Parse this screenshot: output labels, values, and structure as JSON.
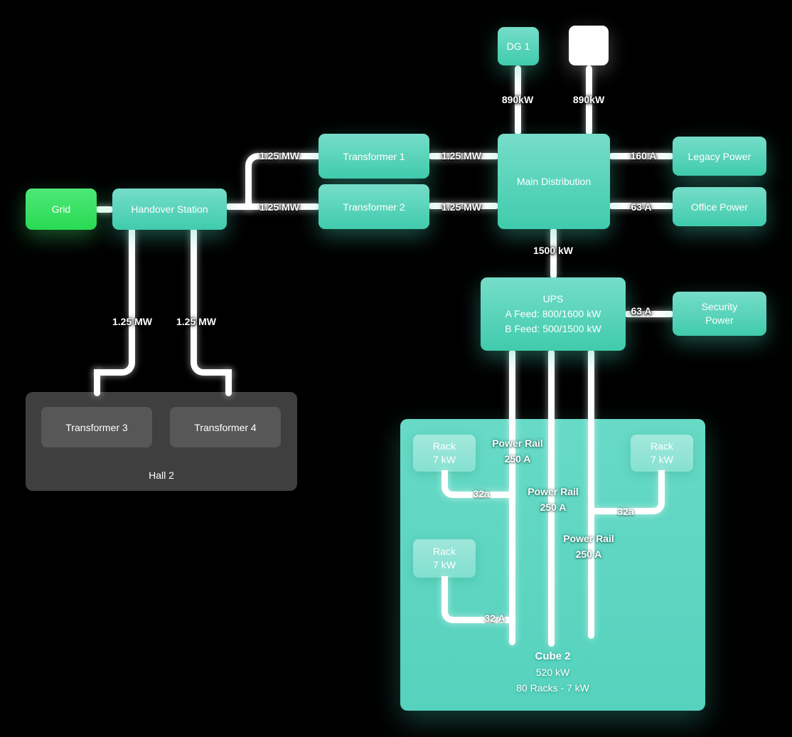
{
  "colors": {
    "background": "#000000",
    "node_teal_top": "#76ddc9",
    "node_teal_bottom": "#40cbad",
    "grid_green": "#3ae364",
    "hall_bg": "#3f3f3f",
    "hall_node_bg": "#575757",
    "cube_bg": "#5fd6c2",
    "wire": "#ffffff"
  },
  "nodes": {
    "dg1": {
      "label": "DG 1"
    },
    "grid": {
      "label": "Grid"
    },
    "handover_station": {
      "label": "Handover Station"
    },
    "transformer1": {
      "label": "Transformer 1"
    },
    "transformer2": {
      "label": "Transformer 2"
    },
    "main_distribution": {
      "label": "Main Distribution"
    },
    "legacy_power": {
      "label": "Legacy Power"
    },
    "office_power": {
      "label": "Office Power"
    },
    "security_power": {
      "label": "Security Power"
    },
    "ups": {
      "title": "UPS",
      "a_feed": "A Feed: 800/1600 kW",
      "b_feed": "B Feed: 500/1500 kW"
    }
  },
  "hall2": {
    "label": "Hall 2",
    "transformer3": {
      "label": "Transformer 3"
    },
    "transformer4": {
      "label": "Transformer 4"
    }
  },
  "cube2": {
    "title": "Cube 2",
    "capacity": "520 kW",
    "racks_summary": "80 Racks - 7 kW",
    "racks": [
      {
        "name": "Rack",
        "power": "7 kW"
      },
      {
        "name": "Rack",
        "power": "7 kW"
      },
      {
        "name": "Rack",
        "power": "7 kW"
      }
    ],
    "power_rails": [
      {
        "name": "Power Rail",
        "rating": "250 A"
      },
      {
        "name": "Power Rail",
        "rating": "250 A"
      },
      {
        "name": "Power Rail",
        "rating": "250 A"
      }
    ],
    "branch_labels": [
      "32a",
      "32a",
      "32 A"
    ]
  },
  "edge_labels": {
    "dg1_to_main": "890kW",
    "node2_to_main": "890kW",
    "handover_to_t1": "1.25 MW",
    "t1_to_main": "1.25 MW",
    "handover_to_t2": "1.25 MW",
    "t2_to_main": "1.25 MW",
    "main_to_legacy": "160 A",
    "main_to_office": "63 A",
    "main_to_ups": "1500 kW",
    "ups_to_security": "63 A",
    "handover_to_hall_left": "1.25 MW",
    "handover_to_hall_right": "1.25 MW"
  }
}
